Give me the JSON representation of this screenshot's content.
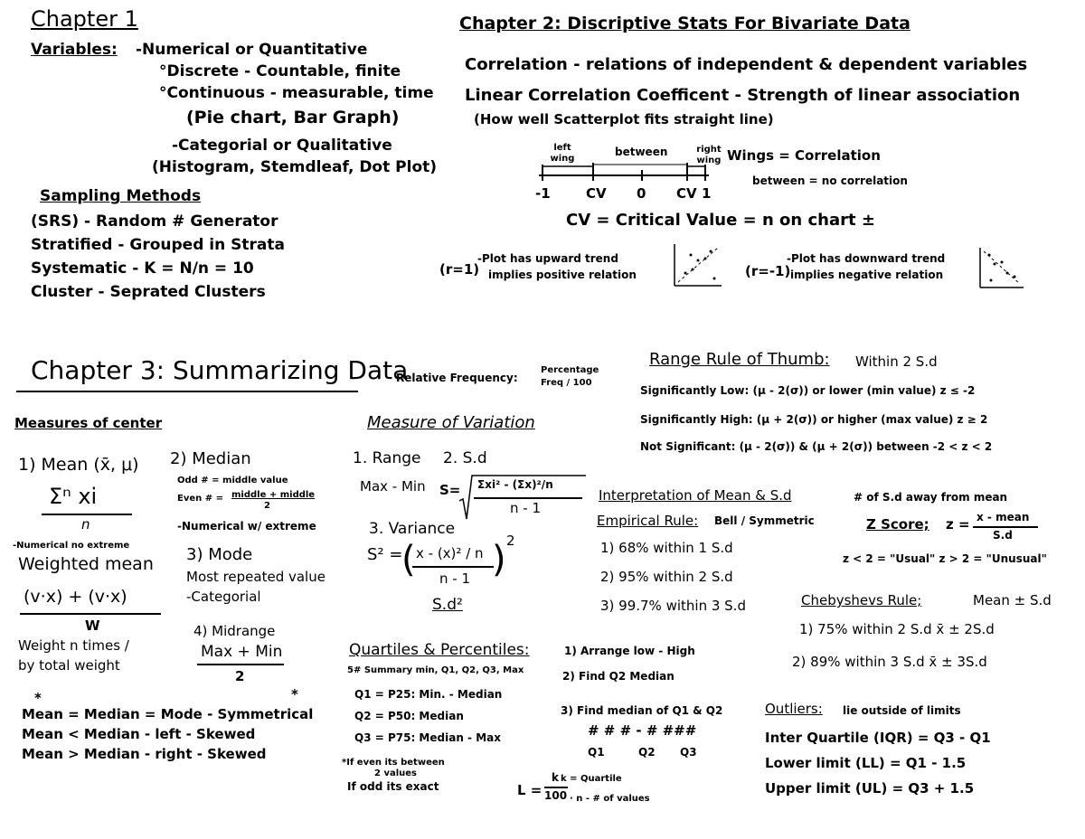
{
  "chapter1": {
    "title": "Chapter 1",
    "variables_label": "Variables:",
    "numerical": "-Numerical or Quantitative",
    "discrete": "°Discrete - Countable, finite",
    "continuous": "°Continuous - measurable, time",
    "numerical_graphs": "(Pie chart, Bar Graph)",
    "categorial": "-Categorial or Qualitative",
    "categorial_graphs": "(Histogram, Stemdleaf, Dot Plot)",
    "sampling_title": "Sampling Methods",
    "sampling": [
      "(SRS) - Random # Generator",
      "Stratified - Grouped in Strata",
      "Systematic - K = N/n = 10",
      "Cluster - Seprated Clusters"
    ]
  },
  "chapter2": {
    "title": "Chapter 2: Discriptive Stats For Bivariate Data",
    "correlation": "Correlation - relations of independent & dependent variables",
    "linear": "Linear Correlation Coefficent - Strength of linear association",
    "linear_sub": "(How well Scatterplot fits straight line)",
    "left_wing": "left wing",
    "between": "between",
    "right_wing": "right wing",
    "wings_note": "Wings = Correlation",
    "between_note": "between = no correlation",
    "axis": [
      "-1",
      "CV",
      "0",
      "CV",
      "1"
    ],
    "cv": "CV = Critical Value = n on chart ±",
    "pos_r": "(r=1)",
    "pos_1": "-Plot has upward trend",
    "pos_2": "implies positive relation",
    "neg_r": "(r=-1)",
    "neg_1": "-Plot has downward trend",
    "neg_2": "implies negative relation"
  },
  "chapter3": {
    "title": "Chapter 3: Summarizing Data",
    "relfreq_label": "Relative Frequency:",
    "relfreq_1": "Percentage",
    "relfreq_2": "Freq / 100",
    "center_title": "Measures of center",
    "mean_title": "1) Mean (x̄, μ)",
    "mean_formula": "Σⁿ xi",
    "mean_den": "n",
    "mean_note": "-Numerical no extreme",
    "weighted_title": "Weighted mean",
    "weighted_formula": "(v·x) + (v·x)",
    "weighted_den": "W",
    "weighted_n1": "Weight n times /",
    "weighted_n2": "by total weight",
    "star": "*",
    "median_title": "2) Median",
    "median_odd": "Odd # = middle value",
    "median_even": "Even # =",
    "median_even_num": "middle + middle",
    "median_even_den": "2",
    "median_note": "-Numerical w/ extreme",
    "mode_title": "3) Mode",
    "mode_1": "Most repeated value",
    "mode_2": "-Categorial",
    "midrange_title": "4) Midrange",
    "midrange_num": "Max + Min",
    "midrange_den": "2",
    "skew": [
      "Mean = Median = Mode - Symmetrical",
      "Mean < Median - left - Skewed",
      "Mean > Median - right - Skewed"
    ],
    "variation_title": "Measure of Variation",
    "range_label": "1. Range",
    "sd_label": "2. S.d",
    "range_def": "Max - Min",
    "s_eq": "S=",
    "sd_num": "Σxi² - (Σx)²/n",
    "sd_den": "n - 1",
    "variance_label": "3. Variance",
    "var_s2": "S² =",
    "var_num": "x - (x)² / n",
    "var_den": "n - 1",
    "var_sq": "2",
    "sd_sq": "S.d²",
    "rule_title": "Range Rule of Thumb:",
    "rule_within": "Within 2 S.d",
    "rule_low": "Significantly Low: (μ - 2(σ)) or lower (min value) z ≤ -2",
    "rule_high": "Significantly High: (μ + 2(σ)) or higher (max value) z ≥ 2",
    "rule_not": "Not Significant: (μ - 2(σ)) & (μ + 2(σ)) between  -2 < z < 2",
    "interp_title": "Interpretation of Mean & S.d",
    "interp_note": "# of S.d away from mean",
    "empirical_title": "Empirical Rule:",
    "empirical_note": "Bell / Symmetric",
    "empirical": [
      "1) 68% within 1 S.d",
      "2) 95% within 2 S.d",
      "3) 99.7% within 3 S.d"
    ],
    "zscore_label": "Z Score;",
    "zscore_eq": "z =",
    "zscore_num": "x - mean",
    "zscore_den": "S.d",
    "zscore_usual": "z < 2 = \"Usual\"   z > 2 = \"Unusual\"",
    "cheby_title": "Chebyshevs Rule;",
    "cheby_note": "Mean ± S.d",
    "cheby": [
      "1) 75% within 2 S.d   x̄ ± 2S.d",
      "2) 89% within 3 S.d   x̄ ± 3S.d"
    ],
    "quart_title": "Quartiles & Percentiles:",
    "quart_summary": "5# Summary min, Q1, Q2, Q3, Max",
    "quart": [
      "Q1 = P25: Min. - Median",
      "Q2 = P50: Median",
      "Q3 = P75: Median - Max"
    ],
    "quart_even": "*If even its between",
    "quart_odd_small": "2 values",
    "quart_odd": "If odd its exact",
    "steps": [
      "1) Arrange low - High",
      "2) Find Q2 Median",
      "3) Find median of Q1 & Q2"
    ],
    "hashes": "# # # - # ###",
    "hash_q": [
      "Q1",
      "Q2",
      "Q3"
    ],
    "L_eq": "L =",
    "L_num": "k",
    "L_den": "100",
    "L_k": "k = Quartile",
    "L_n": "· n - # of values",
    "outliers_title": "Outliers:",
    "outliers_note": "lie outside of limits",
    "outliers": [
      "Inter Quartile (IQR) = Q3 - Q1",
      "Lower limit (LL) = Q1 - 1.5",
      "Upper limit (UL) = Q3 + 1.5"
    ]
  }
}
